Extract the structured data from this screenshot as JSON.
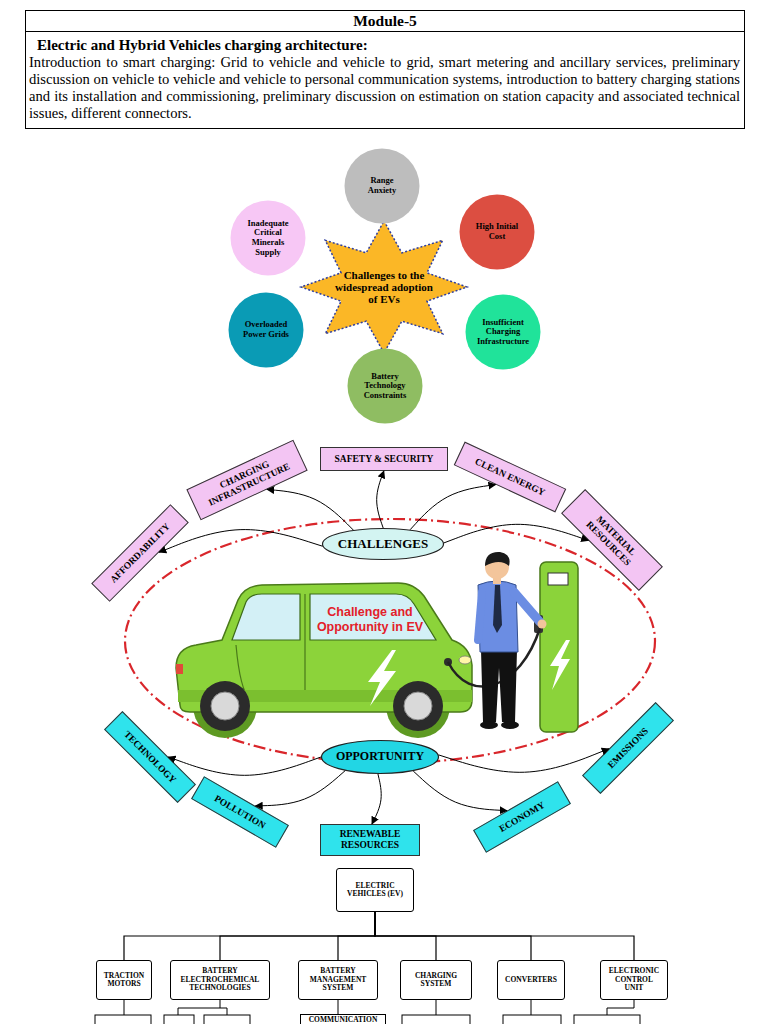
{
  "diagram": {
    "nodes": [
      {
        "text": [
          "Module-5",
          "Electric and Hybrid Vehicles charging architecture:",
          "Introduction to smart charging: Grid to vehicle and vehicle to grid, smart metering and ancillary services, preliminary discussion on vehicle to vehicle and vehicle to personal communication systems, introduction to battery charging stations and its installation and commissioning, preliminary discussion on estimation on station capacity and associated technical issues, different connectors."
        ]
      },
      {
        "text": [
          "Challenges to the widespread adoption of EVs"
        ]
      },
      {
        "text": [
          "Range Anxiety"
        ]
      },
      {
        "text": [
          "High Initial Cost"
        ]
      },
      {
        "text": [
          "Insufficient Charging Infrastructure"
        ]
      },
      {
        "text": [
          "Battery Technology Constraints"
        ]
      },
      {
        "text": [
          "Overloaded Power Grids"
        ]
      },
      {
        "text": [
          "Inadequate Critical Minerals Supply"
        ]
      },
      {
        "text": [
          "CHALLENGES"
        ]
      },
      {
        "text": [
          "AFFORDABILITY"
        ]
      },
      {
        "text": [
          "CHARGING INFRASTRUCTURE"
        ]
      },
      {
        "text": [
          "SAFETY & SECURITY"
        ]
      },
      {
        "text": [
          "CLEAN ENERGY"
        ]
      },
      {
        "text": [
          "MATERIAL RESOURCES"
        ]
      },
      {
        "text": [
          "OPPORTUNITY"
        ]
      },
      {
        "text": [
          "TECHNOLOGY"
        ]
      },
      {
        "text": [
          "POLLUTION"
        ]
      },
      {
        "text": [
          "RENEWABLE RESOURCES"
        ]
      },
      {
        "text": [
          "ECONOMY"
        ]
      },
      {
        "text": [
          "EMISSIONS"
        ]
      },
      {
        "text": [
          "ELECTRIC VEHICLES (EV)"
        ]
      },
      {
        "text": [
          "TRACTION MOTORS"
        ]
      },
      {
        "text": [
          "BATTERY ELECTROCHEMICAL TECHNOLOGIES"
        ]
      },
      {
        "text": [
          "BATTERY MANAGEMENT SYSTEM"
        ]
      },
      {
        "text": [
          "CHARGING SYSTEM"
        ]
      },
      {
        "text": [
          "CONVERTERS"
        ]
      },
      {
        "text": [
          "ELECTRONIC CONTROL UNIT"
        ]
      },
      {
        "text": [
          "COMMUNICATION"
        ]
      }
    ],
    "edges": [
      {
        "from": 8,
        "to": 9,
        "arrow": "to"
      },
      {
        "from": 8,
        "to": 10,
        "arrow": "to"
      },
      {
        "from": 8,
        "to": 11,
        "arrow": "to"
      },
      {
        "from": 8,
        "to": 12,
        "arrow": "to"
      },
      {
        "from": 8,
        "to": 13,
        "arrow": "to"
      },
      {
        "from": 14,
        "to": 15,
        "arrow": "to"
      },
      {
        "from": 14,
        "to": 16,
        "arrow": "to"
      },
      {
        "from": 14,
        "to": 17,
        "arrow": "to"
      },
      {
        "from": 14,
        "to": 18,
        "arrow": "to"
      },
      {
        "from": 14,
        "to": 19,
        "arrow": "to"
      },
      {
        "from": 20,
        "to": 21,
        "arrow": "none"
      },
      {
        "from": 20,
        "to": 22,
        "arrow": "none"
      },
      {
        "from": 20,
        "to": 23,
        "arrow": "none"
      },
      {
        "from": 20,
        "to": 24,
        "arrow": "none"
      },
      {
        "from": 20,
        "to": 25,
        "arrow": "none"
      },
      {
        "from": 20,
        "to": 26,
        "arrow": "none"
      }
    ],
    "labels": [
      "Challenge and Opportunity in EV"
    ]
  }
}
